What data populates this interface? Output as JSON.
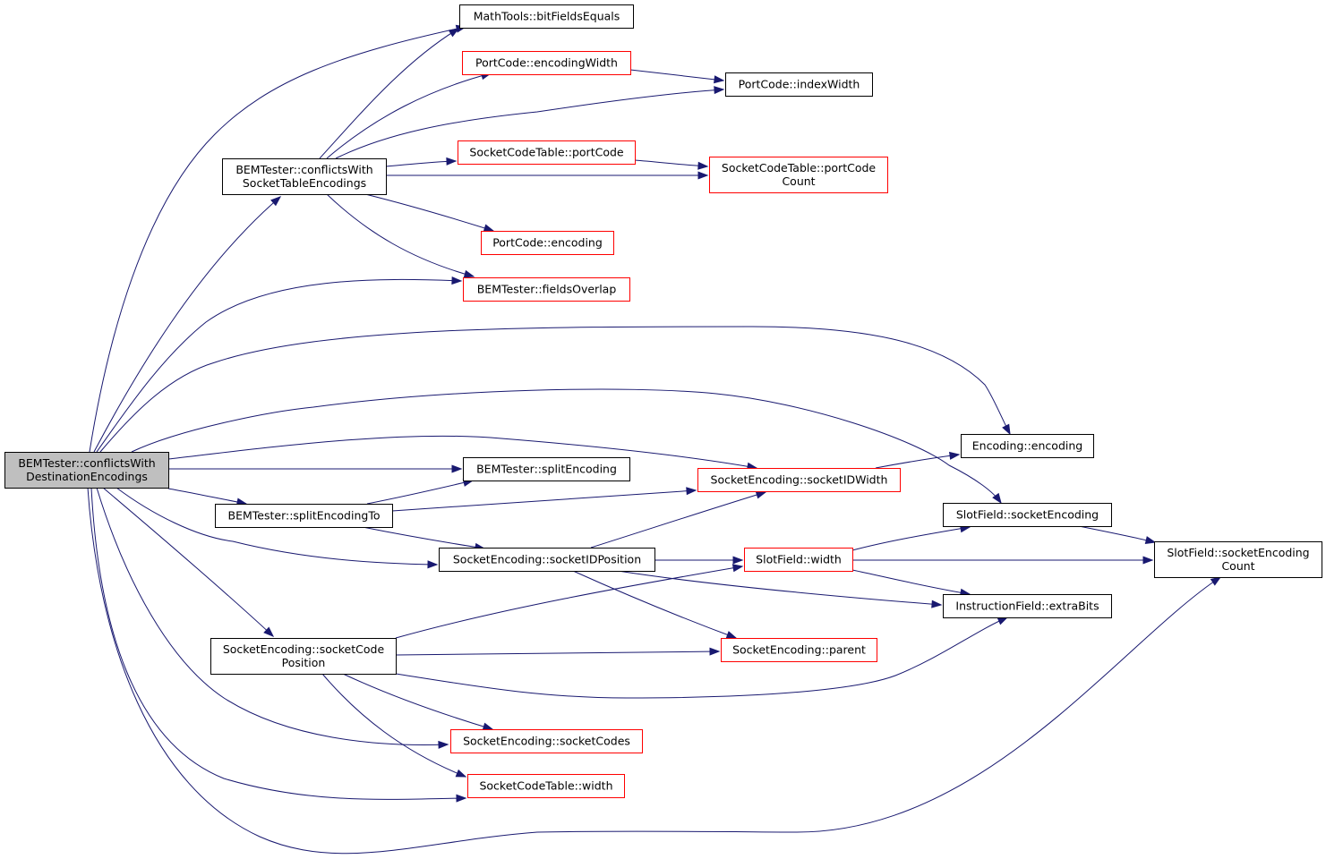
{
  "colors": {
    "edge": "#191970",
    "root_fill": "#bfbfbf",
    "root_border": "#000000",
    "normal_border": "#000000",
    "truncated_border": "#ff0000"
  },
  "nodes": {
    "root": {
      "lines": [
        "BEMTester::conflictsWith",
        "DestinationEncodings"
      ],
      "kind": "root"
    },
    "bitFieldsEquals": {
      "lines": [
        "MathTools::bitFieldsEquals"
      ],
      "kind": "normal"
    },
    "encodingWidth": {
      "lines": [
        "PortCode::encodingWidth"
      ],
      "kind": "truncated"
    },
    "indexWidth": {
      "lines": [
        "PortCode::indexWidth"
      ],
      "kind": "normal"
    },
    "conflictsSocket": {
      "lines": [
        "BEMTester::conflictsWith",
        "SocketTableEncodings"
      ],
      "kind": "normal"
    },
    "portCode": {
      "lines": [
        "SocketCodeTable::portCode"
      ],
      "kind": "truncated"
    },
    "portCodeCount": {
      "lines": [
        "SocketCodeTable::portCode",
        "Count"
      ],
      "kind": "truncated"
    },
    "pcEncoding": {
      "lines": [
        "PortCode::encoding"
      ],
      "kind": "truncated"
    },
    "fieldsOverlap": {
      "lines": [
        "BEMTester::fieldsOverlap"
      ],
      "kind": "truncated"
    },
    "encEncoding": {
      "lines": [
        "Encoding::encoding"
      ],
      "kind": "normal"
    },
    "splitEncoding": {
      "lines": [
        "BEMTester::splitEncoding"
      ],
      "kind": "normal"
    },
    "socketIDWidth": {
      "lines": [
        "SocketEncoding::socketIDWidth"
      ],
      "kind": "truncated"
    },
    "splitEncodingTo": {
      "lines": [
        "BEMTester::splitEncodingTo"
      ],
      "kind": "normal"
    },
    "sfSocketEncoding": {
      "lines": [
        "SlotField::socketEncoding"
      ],
      "kind": "normal"
    },
    "sfSocketEncodingCount": {
      "lines": [
        "SlotField::socketEncoding",
        "Count"
      ],
      "kind": "normal"
    },
    "socketIDPosition": {
      "lines": [
        "SocketEncoding::socketIDPosition"
      ],
      "kind": "normal"
    },
    "sfWidth": {
      "lines": [
        "SlotField::width"
      ],
      "kind": "truncated"
    },
    "extraBits": {
      "lines": [
        "InstructionField::extraBits"
      ],
      "kind": "normal"
    },
    "socketCodePosition": {
      "lines": [
        "SocketEncoding::socketCode",
        "Position"
      ],
      "kind": "normal"
    },
    "parent": {
      "lines": [
        "SocketEncoding::parent"
      ],
      "kind": "truncated"
    },
    "socketCodes": {
      "lines": [
        "SocketEncoding::socketCodes"
      ],
      "kind": "truncated"
    },
    "sctWidth": {
      "lines": [
        "SocketCodeTable::width"
      ],
      "kind": "truncated"
    }
  },
  "edges": [
    [
      "root",
      "bitFieldsEquals"
    ],
    [
      "root",
      "conflictsSocket"
    ],
    [
      "root",
      "fieldsOverlap"
    ],
    [
      "root",
      "encEncoding"
    ],
    [
      "root",
      "sfSocketEncoding"
    ],
    [
      "root",
      "socketIDWidth"
    ],
    [
      "root",
      "splitEncoding"
    ],
    [
      "root",
      "splitEncodingTo"
    ],
    [
      "root",
      "socketIDPosition"
    ],
    [
      "root",
      "socketCodePosition"
    ],
    [
      "root",
      "socketCodes"
    ],
    [
      "root",
      "sctWidth"
    ],
    [
      "root",
      "sfSocketEncodingCount"
    ],
    [
      "conflictsSocket",
      "bitFieldsEquals"
    ],
    [
      "conflictsSocket",
      "encodingWidth"
    ],
    [
      "conflictsSocket",
      "indexWidth"
    ],
    [
      "conflictsSocket",
      "portCode"
    ],
    [
      "conflictsSocket",
      "portCodeCount"
    ],
    [
      "conflictsSocket",
      "pcEncoding"
    ],
    [
      "conflictsSocket",
      "fieldsOverlap"
    ],
    [
      "encodingWidth",
      "indexWidth"
    ],
    [
      "portCode",
      "portCodeCount"
    ],
    [
      "socketIDWidth",
      "encEncoding"
    ],
    [
      "splitEncodingTo",
      "splitEncoding"
    ],
    [
      "splitEncodingTo",
      "socketIDWidth"
    ],
    [
      "splitEncodingTo",
      "socketIDPosition"
    ],
    [
      "socketIDPosition",
      "socketIDWidth"
    ],
    [
      "socketIDPosition",
      "sfWidth"
    ],
    [
      "socketIDPosition",
      "extraBits"
    ],
    [
      "socketIDPosition",
      "parent"
    ],
    [
      "sfWidth",
      "sfSocketEncoding"
    ],
    [
      "sfWidth",
      "sfSocketEncodingCount"
    ],
    [
      "sfWidth",
      "extraBits"
    ],
    [
      "sfSocketEncoding",
      "sfSocketEncodingCount"
    ],
    [
      "socketCodePosition",
      "sfWidth"
    ],
    [
      "socketCodePosition",
      "parent"
    ],
    [
      "socketCodePosition",
      "extraBits"
    ],
    [
      "socketCodePosition",
      "socketCodes"
    ],
    [
      "socketCodePosition",
      "sctWidth"
    ]
  ]
}
